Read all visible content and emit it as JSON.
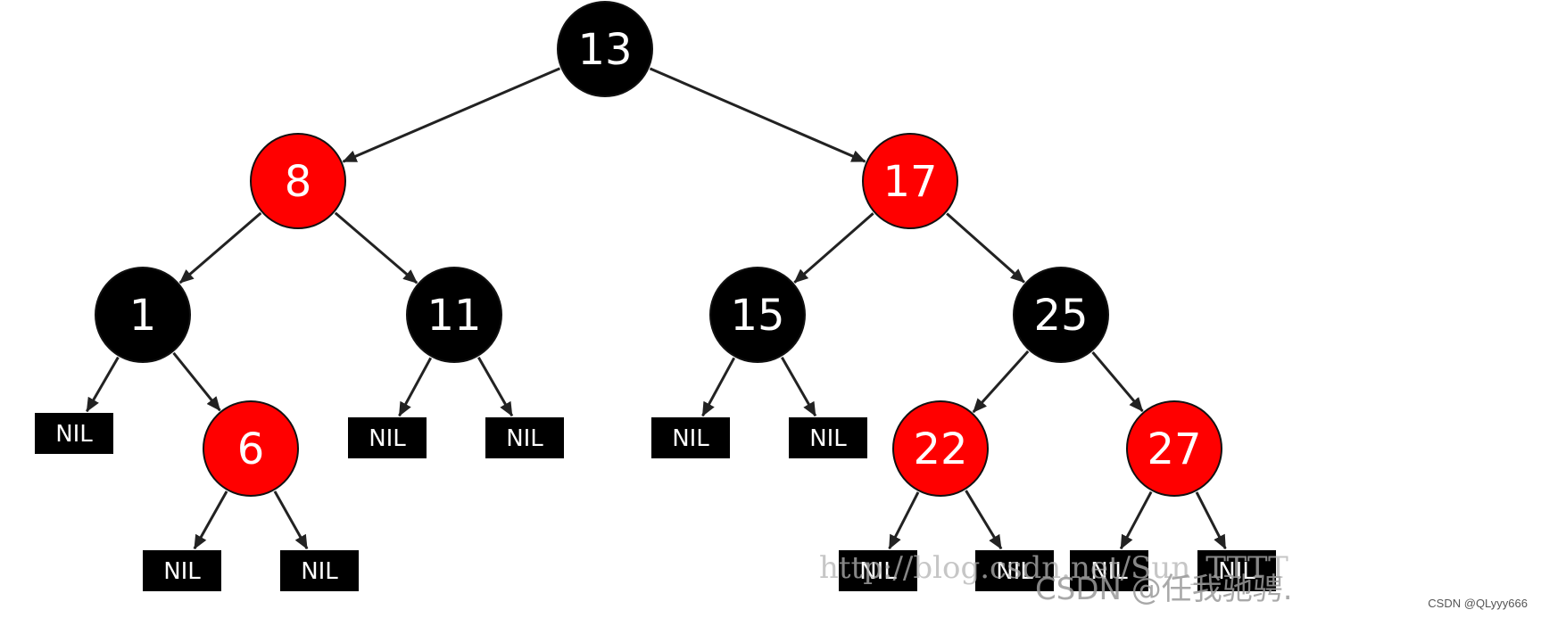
{
  "colors": {
    "red_node": "#ff0000",
    "black_node": "#000000",
    "node_text": "#ffffff",
    "edge": "#222222"
  },
  "nodes": [
    {
      "id": "n13",
      "label": "13",
      "color": "black"
    },
    {
      "id": "n8",
      "label": "8",
      "color": "red"
    },
    {
      "id": "n17",
      "label": "17",
      "color": "red"
    },
    {
      "id": "n1",
      "label": "1",
      "color": "black"
    },
    {
      "id": "n11",
      "label": "11",
      "color": "black"
    },
    {
      "id": "n15",
      "label": "15",
      "color": "black"
    },
    {
      "id": "n25",
      "label": "25",
      "color": "black"
    },
    {
      "id": "n6",
      "label": "6",
      "color": "red"
    },
    {
      "id": "n22",
      "label": "22",
      "color": "red"
    },
    {
      "id": "n27",
      "label": "27",
      "color": "red"
    }
  ],
  "nil_label": "NIL",
  "nil_leaves": [
    {
      "id": "nil1L",
      "parent": "n1"
    },
    {
      "id": "nil6L",
      "parent": "n6"
    },
    {
      "id": "nil6R",
      "parent": "n6"
    },
    {
      "id": "nil11L",
      "parent": "n11"
    },
    {
      "id": "nil11R",
      "parent": "n11"
    },
    {
      "id": "nil15L",
      "parent": "n15"
    },
    {
      "id": "nil15R",
      "parent": "n15"
    },
    {
      "id": "nil22L",
      "parent": "n22"
    },
    {
      "id": "nil22R",
      "parent": "n22"
    },
    {
      "id": "nil27L",
      "parent": "n27"
    },
    {
      "id": "nil27R",
      "parent": "n27"
    }
  ],
  "edges": [
    [
      "n13",
      "n8"
    ],
    [
      "n13",
      "n17"
    ],
    [
      "n8",
      "n1"
    ],
    [
      "n8",
      "n11"
    ],
    [
      "n17",
      "n15"
    ],
    [
      "n17",
      "n25"
    ],
    [
      "n1",
      "nil1L"
    ],
    [
      "n1",
      "n6"
    ],
    [
      "n6",
      "nil6L"
    ],
    [
      "n6",
      "nil6R"
    ],
    [
      "n11",
      "nil11L"
    ],
    [
      "n11",
      "nil11R"
    ],
    [
      "n15",
      "nil15L"
    ],
    [
      "n15",
      "nil15R"
    ],
    [
      "n25",
      "n22"
    ],
    [
      "n25",
      "n27"
    ],
    [
      "n22",
      "nil22L"
    ],
    [
      "n22",
      "nil22R"
    ],
    [
      "n27",
      "nil27L"
    ],
    [
      "n27",
      "nil27R"
    ]
  ],
  "watermarks": {
    "url": "http://blog.csdn.net/Sun_TTTT",
    "csdn_author": "CSDN @任我驰骋.",
    "corner": "CSDN @QLyyy666"
  }
}
